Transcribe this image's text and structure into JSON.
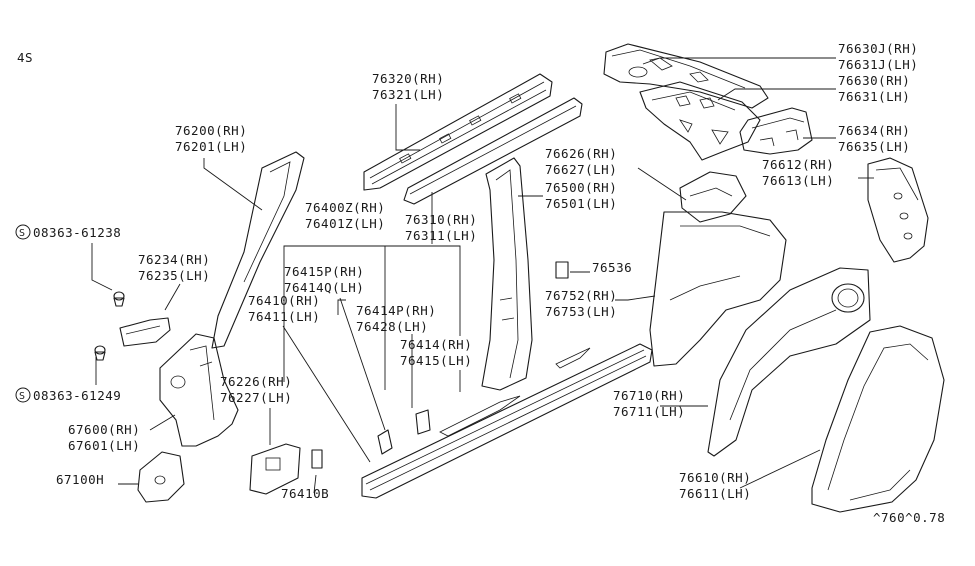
{
  "diagram": {
    "corner_code": "4S",
    "footer_code": "^760^0.78",
    "labels": {
      "p76630J": "76630J(RH)",
      "p76631J": "76631J(LH)",
      "p76630": "76630(RH)",
      "p76631": "76631(LH)",
      "p76634": "76634(RH)",
      "p76635": "76635(LH)",
      "p76612": "76612(RH)",
      "p76613": "76613(LH)",
      "p76320": "76320(RH)",
      "p76321": "76321(LH)",
      "p76626": "76626(RH)",
      "p76627": "76627(LH)",
      "p76500": "76500(RH)",
      "p76501": "76501(LH)",
      "p76200": "76200(RH)",
      "p76201": "76201(LH)",
      "p76400Z": "76400Z(RH)",
      "p76401Z": "76401Z(LH)",
      "p76310": "76310(RH)",
      "p76311": "76311(LH)",
      "p76536": "76536",
      "p08363a": "08363-61238",
      "p76234": "76234(RH)",
      "p76235": "76235(LH)",
      "p76415P": "76415P(RH)",
      "p76414Q": "76414Q(LH)",
      "p76410": "76410(RH)",
      "p76411": "76411(LH)",
      "p76414P": "76414P(RH)",
      "p76428": "76428(LH)",
      "p76752": "76752(RH)",
      "p76753": "76753(LH)",
      "p76414": "76414(RH)",
      "p76415": "76415(LH)",
      "p76226": "76226(RH)",
      "p76227": "76227(LH)",
      "p08363b": "08363-61249",
      "p76710": "76710(RH)",
      "p76711": "76711(LH)",
      "p67600": "67600(RH)",
      "p67601": "67601(LH)",
      "p76610": "76610(RH)",
      "p76611": "76611(LH)",
      "p67100H": "67100H",
      "p76410B": "76410B"
    },
    "screw_symbol": "S"
  }
}
